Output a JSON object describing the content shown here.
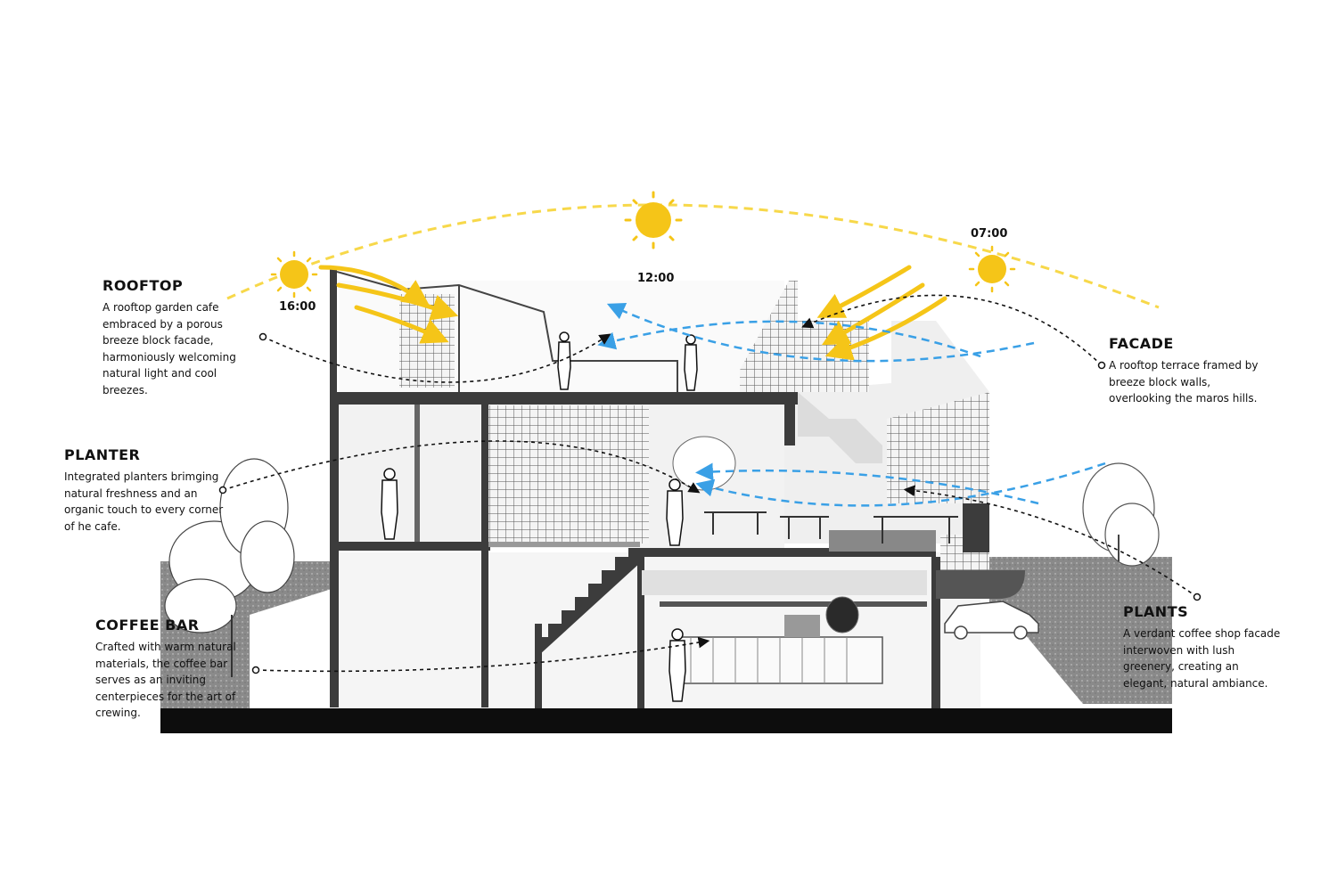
{
  "times": {
    "t1600": "16:00",
    "t1200": "12:00",
    "t0700": "07:00"
  },
  "annotations": {
    "rooftop": {
      "title": "ROOFTOP",
      "text": "A rooftop garden cafe embraced by a porous breeze block facade, harmoniously welcoming natural light and cool breezes."
    },
    "planter": {
      "title": "PLANTER",
      "text": "Integrated planters brimging natural freshness and an organic touch to every corner of he cafe."
    },
    "coffee_bar": {
      "title": "COFFEE BAR",
      "text": "Crafted with warm natural materials, the coffee bar serves as an inviting centerpieces for the art of crewing."
    },
    "facade": {
      "title": "FACADE",
      "text": "A rooftop terrace framed by breeze block walls, overlooking the maros hills."
    },
    "plants": {
      "title": "PLANTS",
      "text": "A verdant coffee shop facade interwoven with lush greenery, creating an elegant, natural ambiance."
    }
  },
  "colors": {
    "sun": "#f5c518",
    "sun_path": "#f7d84a",
    "breeze": "#3aa0e6",
    "wall": "#3c3c3c",
    "ground": "#7a7a7a"
  },
  "icons": [
    "sun-icon",
    "human-figure-icon",
    "tree-icon",
    "car-icon"
  ]
}
